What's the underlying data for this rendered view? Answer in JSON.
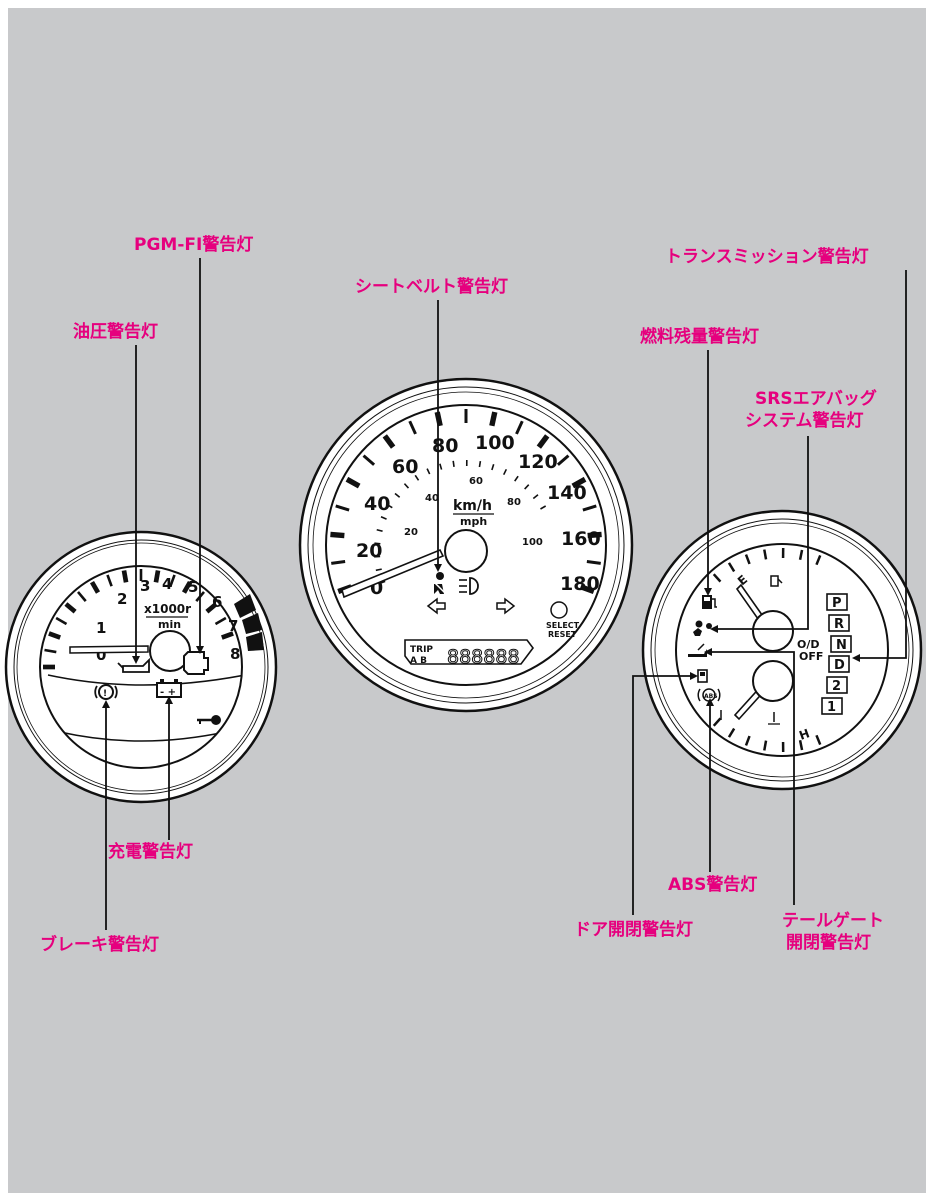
{
  "colors": {
    "background": "#c8c9cb",
    "callout_text": "#e6007e",
    "ink": "#111111",
    "dial_face": "#ffffff",
    "redline": "#111111"
  },
  "callouts": {
    "pgm_fi": "PGM-FI警告灯",
    "oil_pressure": "油圧警告灯",
    "seatbelt": "シートベルト警告灯",
    "transmission": "トランスミッション警告灯",
    "fuel": "燃料残量警告灯",
    "srs_line1": "SRSエアバッグ",
    "srs_line2": "システム警告灯",
    "charging": "充電警告灯",
    "brake": "ブレーキ警告灯",
    "abs": "ABS警告灯",
    "door": "ドア開閉警告灯",
    "tailgate_line1": "テールゲート",
    "tailgate_line2": "開閉警告灯"
  },
  "tachometer": {
    "unit_line1": "x1000r",
    "unit_line2": "min",
    "numbers": [
      "0",
      "1",
      "2",
      "3",
      "4",
      "5",
      "6",
      "7",
      "8"
    ],
    "icons": [
      "oil-pressure-icon",
      "check-engine-icon",
      "battery-icon",
      "brake-icon",
      "immobilizer-key-icon"
    ]
  },
  "speedometer": {
    "kmh_numbers": [
      "0",
      "20",
      "40",
      "60",
      "80",
      "100",
      "120",
      "140",
      "160",
      "180"
    ],
    "mph_numbers": [
      "20",
      "40",
      "60",
      "80",
      "100"
    ],
    "unit_line1": "km/h",
    "unit_line2": "mph",
    "select_reset_line1": "SELECT",
    "select_reset_line2": "RESET",
    "odometer_label_line1": "TRIP",
    "odometer_label_line2": "A B",
    "odometer_digits": "888888",
    "icons": [
      "seatbelt-icon",
      "left-turn-icon",
      "high-beam-icon",
      "right-turn-icon"
    ]
  },
  "right_gauge": {
    "fuel_markers": [
      "E"
    ],
    "temp_markers": [
      "H"
    ],
    "od_off_line1": "O/D",
    "od_off_line2": "OFF",
    "gears": [
      "P",
      "R",
      "N",
      "D",
      "2",
      "1"
    ],
    "icons": [
      "fuel-pump-icon",
      "airbag-icon",
      "tailgate-icon",
      "door-icon",
      "abs-icon",
      "coolant-temp-icon"
    ]
  }
}
